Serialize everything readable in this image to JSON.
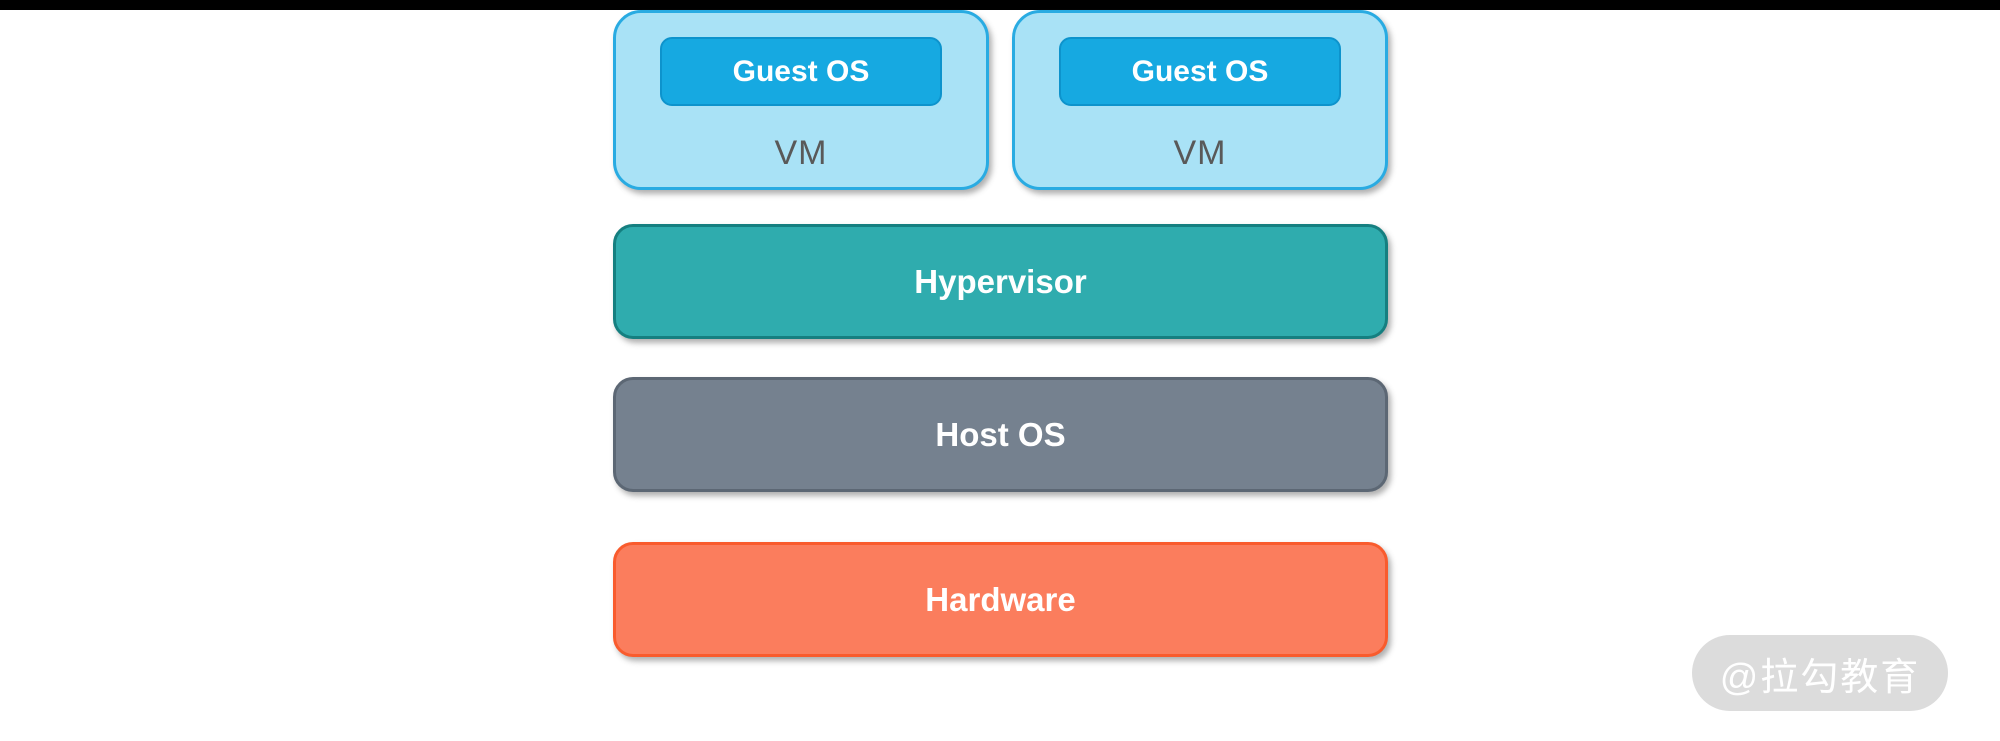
{
  "page": {
    "background": "#ffffff",
    "top_bar_color": "#000000"
  },
  "diagram": {
    "vms": [
      {
        "label": "VM",
        "guest_os_label": "Guest OS"
      },
      {
        "label": "VM",
        "guest_os_label": "Guest OS"
      }
    ],
    "vm_style": {
      "fill": "#a9e2f6",
      "border": "#29abe2",
      "label_color": "#595959",
      "guest_fill": "#16a9e1",
      "guest_border": "#0d93cc"
    },
    "layers": [
      {
        "label": "Hypervisor",
        "fill": "#2facae",
        "border": "#157f80"
      },
      {
        "label": "Host OS",
        "fill": "#75818f",
        "border": "#5c6774"
      },
      {
        "label": "Hardware",
        "fill": "#fb7d5d",
        "border": "#f95b2d"
      }
    ]
  },
  "watermark": {
    "text": "@拉勾教育",
    "bg": "#dcdcdc",
    "text_color": "#ffffff"
  }
}
